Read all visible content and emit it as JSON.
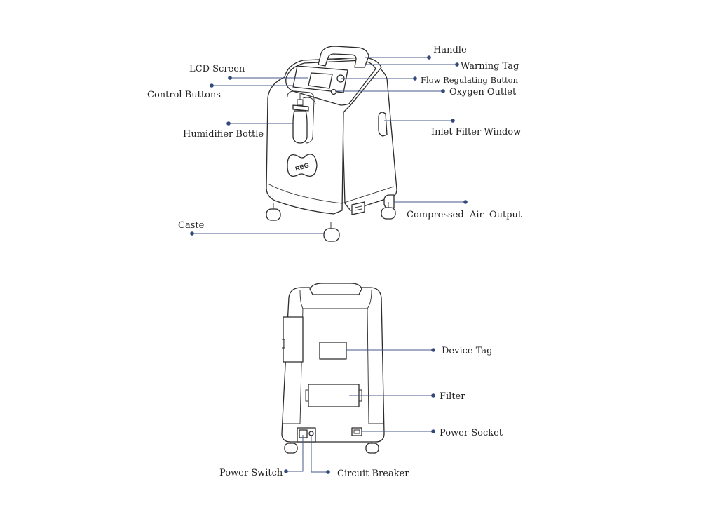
{
  "front_view": {
    "logo_text": "RBG",
    "labels": {
      "handle": "Handle",
      "warning_tag": "Warning Tag",
      "lcd_screen": "LCD Screen",
      "flow_regulating_button": "Flow Regulating Button",
      "control_buttons": "Control Buttons",
      "oxygen_outlet": "Oxygen Outlet",
      "inlet_filter_window": "Inlet Filter Window",
      "humidifier_bottle": "Humidifier Bottle",
      "compressed_air_output": "Compressed  Air  Output",
      "caste": "Caste"
    }
  },
  "rear_view": {
    "labels": {
      "device_tag": "Device Tag",
      "filter": "Filter",
      "power_socket": "Power Socket",
      "power_switch": "Power Switch",
      "circuit_breaker": "Circuit Breaker"
    }
  },
  "colors": {
    "leader_line": "#44598a",
    "leader_dot": "#33497a",
    "outline": "#2b2b2b",
    "text": "#222222"
  }
}
